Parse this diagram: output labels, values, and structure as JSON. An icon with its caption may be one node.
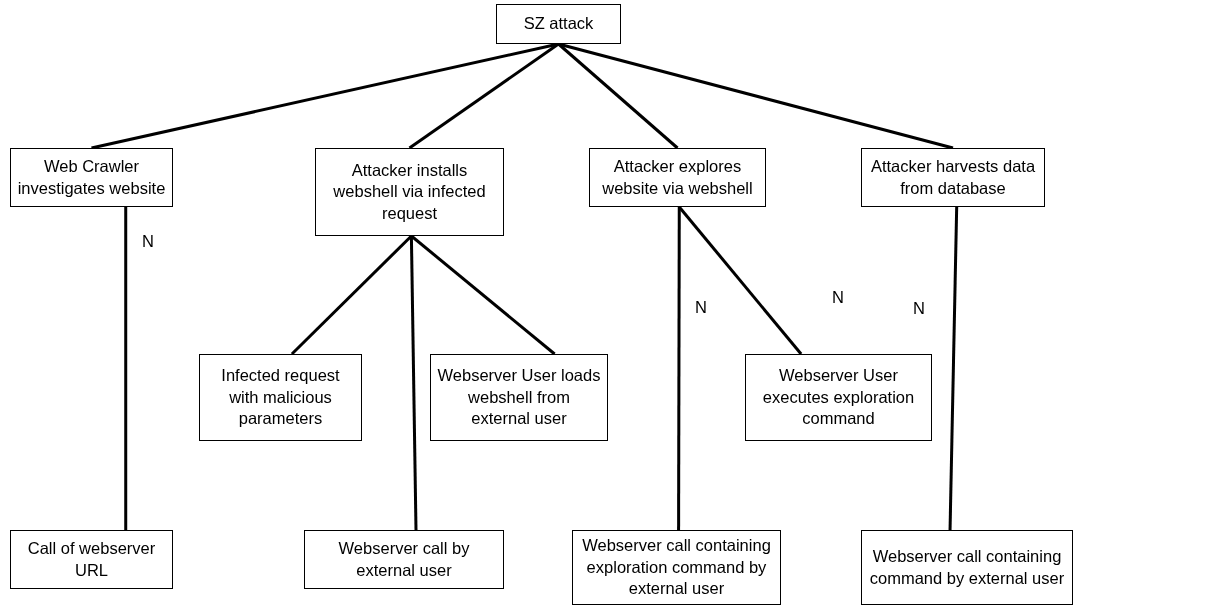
{
  "diagram": {
    "nodes": [
      {
        "text": [
          "SZ attack"
        ]
      },
      {
        "text": [
          "Web Crawler investigates website"
        ]
      },
      {
        "text": [
          "Attacker installs webshell via infected request"
        ]
      },
      {
        "text": [
          "Attacker explores website via webshell"
        ]
      },
      {
        "text": [
          "Attacker harvests data from database"
        ]
      },
      {
        "text": [
          "Infected request with malicious parameters"
        ]
      },
      {
        "text": [
          "Webserver User loads webshell from external user"
        ]
      },
      {
        "text": [
          "Webserver User executes exploration command"
        ]
      },
      {
        "text": [
          "Call of webserver URL"
        ]
      },
      {
        "text": [
          "Webserver call by external user"
        ]
      },
      {
        "text": [
          "Webserver call containing exploration command by external user"
        ]
      },
      {
        "text": [
          "Webserver call containing command by external user"
        ]
      }
    ],
    "edges": [
      {
        "from": 0,
        "to": 1,
        "arrow": "none"
      },
      {
        "from": 0,
        "to": 2,
        "arrow": "none"
      },
      {
        "from": 0,
        "to": 3,
        "arrow": "none"
      },
      {
        "from": 0,
        "to": 4,
        "arrow": "none"
      },
      {
        "from": 1,
        "to": 8,
        "arrow": "none",
        "label": "N"
      },
      {
        "from": 2,
        "to": 5,
        "arrow": "none"
      },
      {
        "from": 2,
        "to": 9,
        "arrow": "none"
      },
      {
        "from": 2,
        "to": 6,
        "arrow": "none"
      },
      {
        "from": 3,
        "to": 10,
        "arrow": "none",
        "label": "N"
      },
      {
        "from": 3,
        "to": 7,
        "arrow": "none",
        "label": "N"
      },
      {
        "from": 4,
        "to": 11,
        "arrow": "none",
        "label": "N"
      }
    ]
  }
}
